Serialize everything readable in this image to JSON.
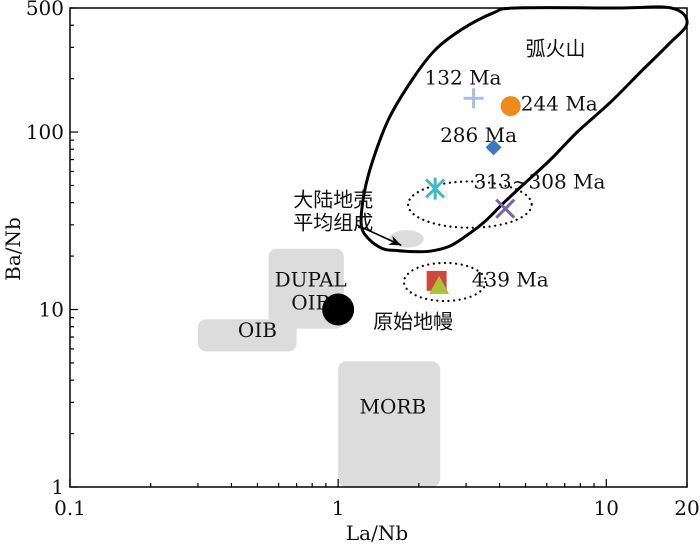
{
  "chart_data": {
    "type": "scatter",
    "xlabel": "La/Nb",
    "ylabel": "Ba/Nb",
    "xscale": "log",
    "yscale": "log",
    "xlim": [
      0.1,
      20
    ],
    "ylim": [
      1,
      500
    ],
    "xticks": [
      {
        "value": 0.1,
        "label": "0.1"
      },
      {
        "value": 1,
        "label": "1"
      },
      {
        "value": 10,
        "label": "10"
      },
      {
        "value": 20,
        "label": "20"
      }
    ],
    "yticks": [
      {
        "value": 1,
        "label": "1"
      },
      {
        "value": 10,
        "label": "10"
      },
      {
        "value": 100,
        "label": "100"
      },
      {
        "value": 500,
        "label": "500"
      }
    ],
    "grid": false,
    "legend": "none",
    "fields": [
      {
        "name": "OIB",
        "label": "OIB",
        "x": [
          0.3,
          0.7
        ],
        "y": [
          5.8,
          8.8
        ],
        "label_at": [
          0.5,
          7.0
        ],
        "color": "#dcdcdc"
      },
      {
        "name": "DUPAL OIB",
        "label": "DUPAL\nOIB",
        "x": [
          0.55,
          1.05
        ],
        "y": [
          7.8,
          22
        ],
        "label_at": [
          0.79,
          13.5
        ],
        "color": "#dcdcdc"
      },
      {
        "name": "MORB",
        "label": "MORB",
        "x": [
          1.0,
          2.4
        ],
        "y": [
          1.0,
          5.1
        ],
        "label_at": [
          1.6,
          2.6
        ],
        "color": "#dcdcdc"
      }
    ],
    "arc_field": {
      "label": "弧火山",
      "label_at": [
        5.0,
        270
      ],
      "outline": [
        [
          1.47,
          22
        ],
        [
          1.3,
          25
        ],
        [
          1.22,
          30
        ],
        [
          1.25,
          45
        ],
        [
          1.35,
          70
        ],
        [
          1.55,
          120
        ],
        [
          1.9,
          200
        ],
        [
          2.3,
          290
        ],
        [
          2.9,
          380
        ],
        [
          3.8,
          470
        ],
        [
          4.6,
          500
        ],
        [
          11,
          500
        ],
        [
          17.5,
          500
        ],
        [
          20,
          410
        ],
        [
          17,
          310
        ],
        [
          13.5,
          220
        ],
        [
          10.5,
          150
        ],
        [
          7.8,
          100
        ],
        [
          6.2,
          70
        ],
        [
          5.0,
          52
        ],
        [
          4.15,
          40
        ],
        [
          3.5,
          31
        ],
        [
          3.0,
          26
        ],
        [
          2.6,
          22.7
        ],
        [
          2.2,
          21.3
        ],
        [
          1.9,
          21.2
        ],
        [
          1.65,
          21.5
        ]
      ]
    },
    "crust": {
      "label": "大陆地壳\n平均组成",
      "x": 1.8,
      "y": 25,
      "rx": 1.16,
      "ry": 1.12,
      "color": "#dcdcdc",
      "label_at": [
        0.68,
        38
      ],
      "arrow_from": [
        1.17,
        30
      ],
      "arrow_to": [
        1.72,
        23
      ]
    },
    "primitive_mantle": {
      "label": "原始地幔",
      "x": 1.0,
      "y": 10,
      "label_at": [
        1.35,
        7.8
      ],
      "color": "#000000"
    },
    "groups": [
      {
        "name": "313~308 Ma",
        "label_at": [
          3.2,
          48
        ],
        "ellipse": {
          "x": 3.1,
          "y": 39,
          "rx": 1.7,
          "ry": 1.35
        }
      }
    ],
    "series": [
      {
        "name": "132 Ma",
        "marker": "plus",
        "color": "#a8bedf",
        "x": [
          3.2
        ],
        "y": [
          155
        ],
        "label_at": [
          2.1,
          185
        ]
      },
      {
        "name": "244 Ma",
        "marker": "circle",
        "color": "#f08a1c",
        "x": [
          4.4
        ],
        "y": [
          140
        ],
        "label_at": [
          4.8,
          132
        ]
      },
      {
        "name": "286 Ma",
        "marker": "diamond",
        "color": "#3f78bf",
        "x": [
          3.8
        ],
        "y": [
          82
        ],
        "label_at": [
          2.4,
          88
        ]
      },
      {
        "name": "313~308 Ma",
        "marker": "asterisk",
        "color": "#41b9c9",
        "x": [
          2.3
        ],
        "y": [
          48
        ]
      },
      {
        "name": "313~308 Ma",
        "marker": "x",
        "color": "#7a64a8",
        "x": [
          4.2
        ],
        "y": [
          37
        ]
      },
      {
        "name": "439 Ma",
        "marker": "square",
        "color": "#d0453f",
        "x": [
          2.33
        ],
        "y": [
          14.5
        ],
        "label_at": [
          3.15,
          13.5
        ]
      },
      {
        "name": "439 Ma",
        "marker": "triangle",
        "color": "#a9c134",
        "x": [
          2.38
        ],
        "y": [
          13.6
        ]
      }
    ],
    "ellipse_439": {
      "x": 2.5,
      "y": 14.3,
      "rx": 1.42,
      "ry": 1.28
    }
  }
}
